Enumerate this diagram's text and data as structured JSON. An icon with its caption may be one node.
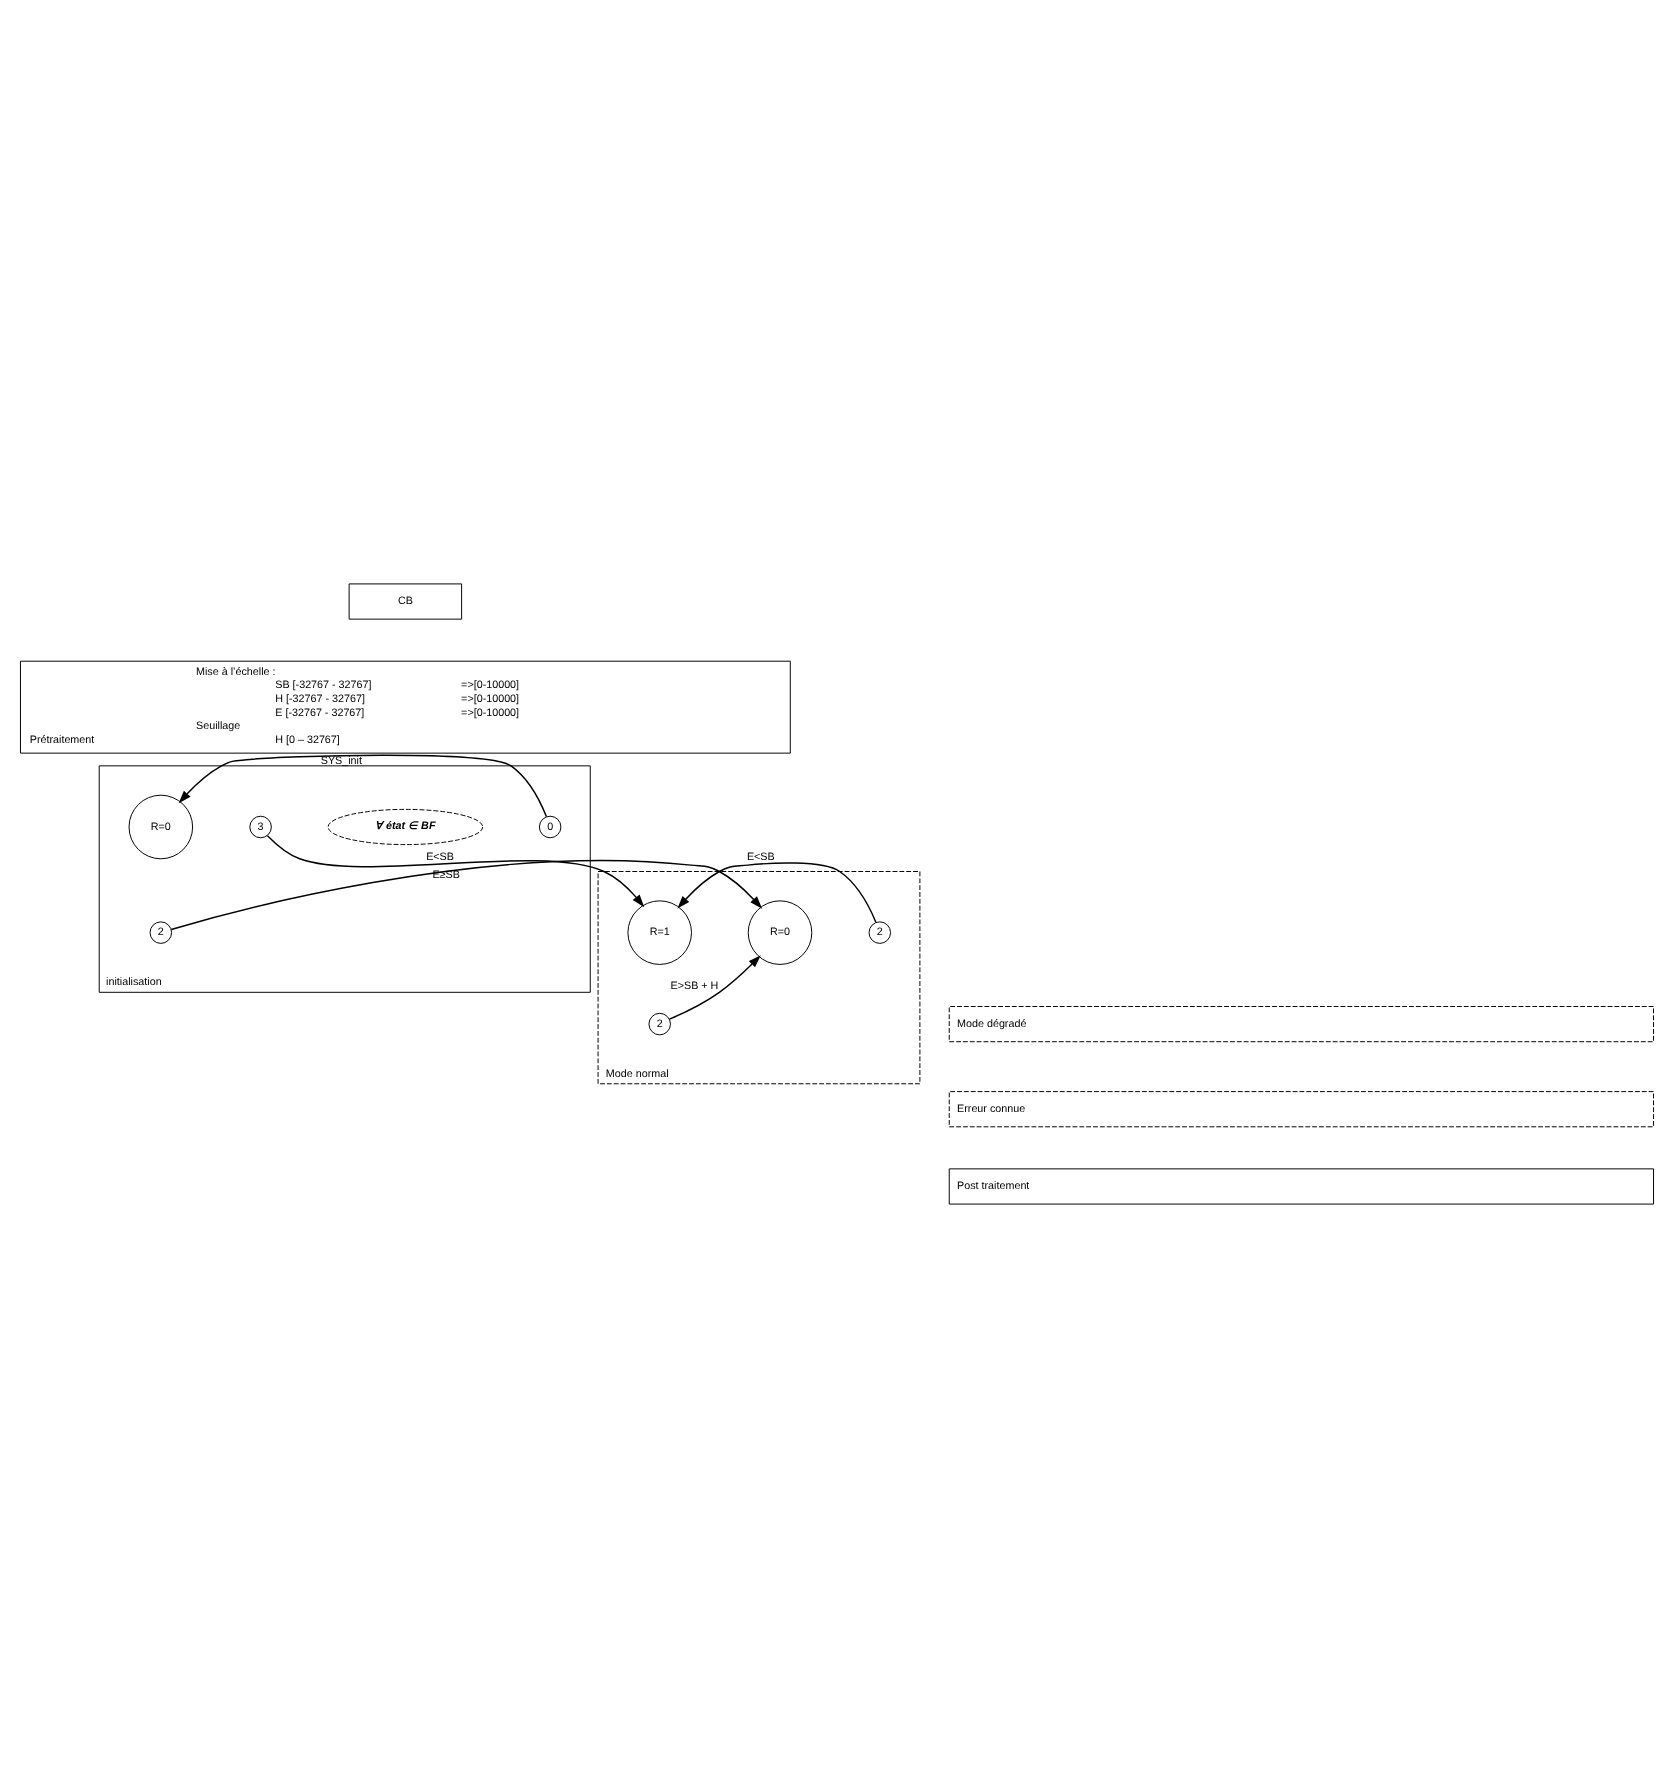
{
  "diagram": {
    "nodes": [
      {
        "text": [
          "CB"
        ]
      },
      {
        "text": [
          "Mise à l’échelle :",
          "SB [-32767 - 32767]",
          "=>[0-10000]",
          "H [-32767 - 32767]",
          "=>[0-10000]",
          "E [-32767 - 32767]",
          "=>[0-10000]",
          "Seuillage",
          "Prétraitement",
          "H [0 – 32767]"
        ]
      },
      {
        "text": [
          "initialisation"
        ]
      },
      {
        "text": [
          "∀ état ∈ BF"
        ],
        "in": 2
      },
      {
        "text": [
          "0"
        ],
        "in": 2
      },
      {
        "text": [
          "R=0"
        ],
        "in": 2
      },
      {
        "text": [
          "3"
        ],
        "in": 2
      },
      {
        "text": [
          "2"
        ],
        "in": 2
      },
      {
        "text": [
          "Mode normal"
        ]
      },
      {
        "text": [
          "R=0"
        ],
        "in": 8
      },
      {
        "text": [
          "2"
        ],
        "in": 8
      },
      {
        "text": [
          "R=1"
        ],
        "in": 8
      },
      {
        "text": [
          "2"
        ],
        "in": 8
      },
      {
        "text": [
          "Mode dégradé"
        ]
      },
      {
        "text": [
          "Erreur connue"
        ]
      },
      {
        "text": [
          "Post traitement"
        ]
      }
    ],
    "edges": [
      {
        "from": 4,
        "to": 5,
        "arrow": "to",
        "label": "SYS_init"
      },
      {
        "from": 6,
        "to": 11,
        "arrow": "to",
        "label": "E<SB"
      },
      {
        "from": 7,
        "to": 9,
        "arrow": "to",
        "label": "E≥SB"
      },
      {
        "from": 10,
        "to": 11,
        "arrow": "to",
        "label": "E<SB"
      },
      {
        "from": 12,
        "to": 9,
        "arrow": "to",
        "label": "E>SB + H"
      }
    ]
  }
}
